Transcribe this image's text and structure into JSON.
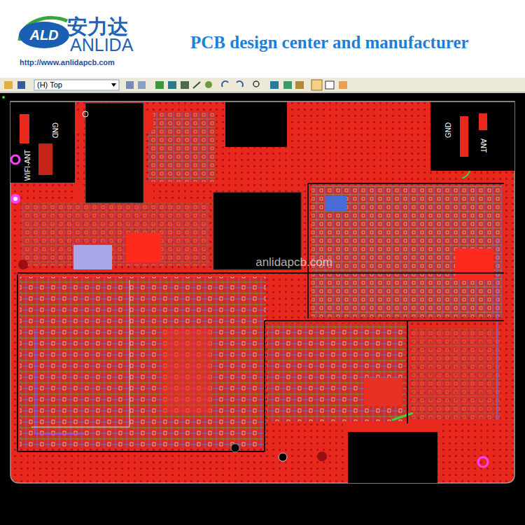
{
  "diagram": {
    "title": "PCB design center and manufacturer",
    "labels": [
      "ALD",
      "安力达",
      "ANLIDA",
      "http://www.anlidapcb.com",
      "(H) Top",
      "WIFI-ANT",
      "GND",
      "GND",
      "ANT",
      "anlidapcb.com"
    ]
  }
}
